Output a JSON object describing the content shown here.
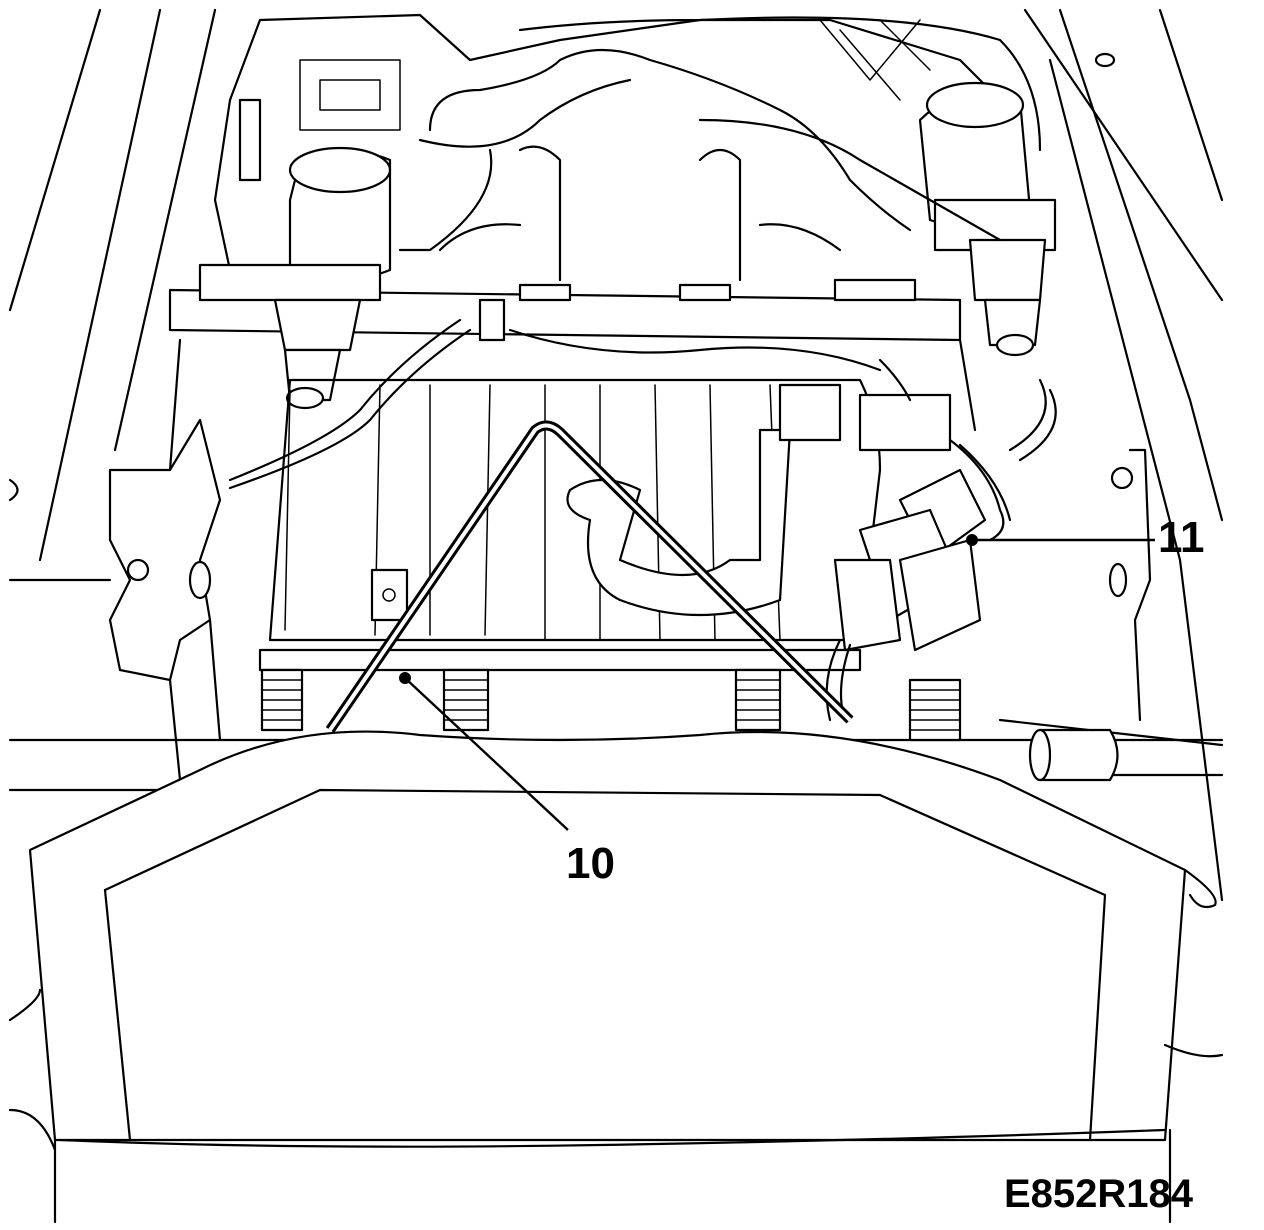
{
  "callouts": [
    {
      "id": "10",
      "label": "10"
    },
    {
      "id": "11",
      "label": "11"
    }
  ],
  "figure_code": "E852R184"
}
